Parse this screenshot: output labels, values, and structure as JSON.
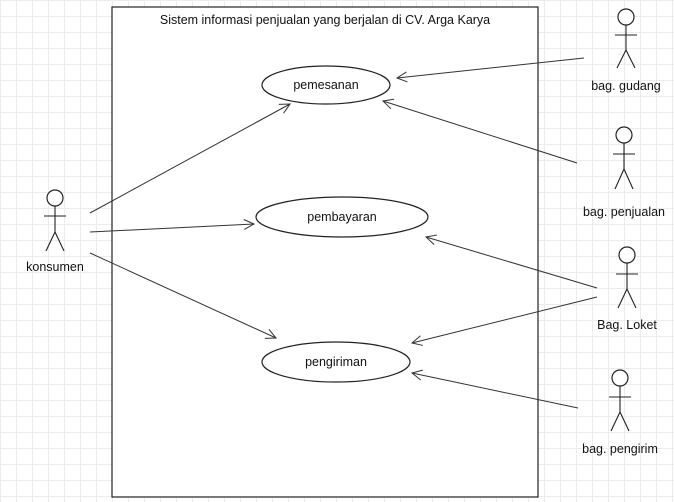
{
  "system": {
    "title": "Sistem informasi penjualan yang berjalan di CV. Arga Karya"
  },
  "use_cases": {
    "pemesanan": "pemesanan",
    "pembayaran": "pembayaran",
    "pengiriman": "pengiriman"
  },
  "actors": {
    "konsumen": "konsumen",
    "bag_gudang": "bag. gudang",
    "bag_penjualan": "bag. penjualan",
    "bag_loket": "Bag. Loket",
    "bag_pengirim": "bag. pengirim"
  },
  "colors": {
    "line": "#222222",
    "grid": "#ececec",
    "background": "#ffffff"
  }
}
